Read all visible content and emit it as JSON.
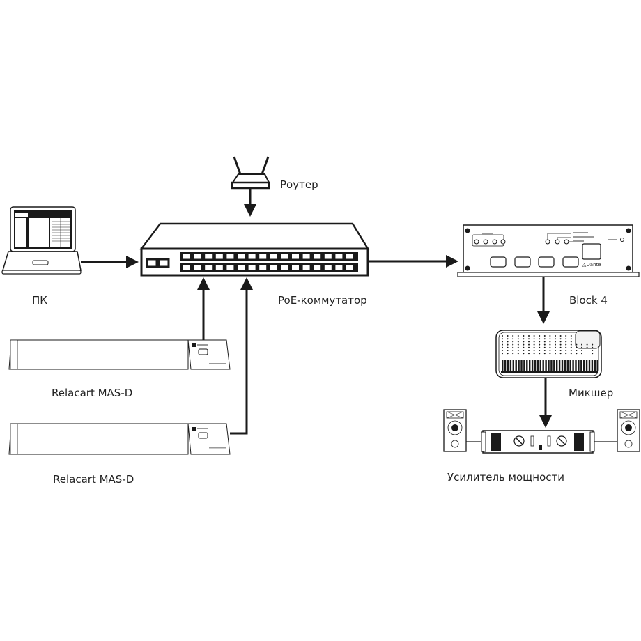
{
  "colors": {
    "stroke": "#1a1a1a",
    "background": "#ffffff",
    "label": "#222222",
    "muted": "#9a9a9a"
  },
  "nodes": {
    "router": {
      "label": "Роутер",
      "icon": "router-icon"
    },
    "pc": {
      "label": "ПК",
      "icon": "laptop-icon"
    },
    "switch": {
      "label": "PoE-коммутатор",
      "icon": "network-switch-icon",
      "ports_per_row": 16,
      "port_rows": 2,
      "uplink_ports": 2
    },
    "block4": {
      "label": "Block 4",
      "icon": "dante-interface-icon"
    },
    "mixer": {
      "label": "Микшер",
      "icon": "mixer-icon"
    },
    "amplifier": {
      "label": "Усилитель мощности",
      "icon": "amplifier-icon"
    },
    "mic1": {
      "label": "Relacart MAS-D",
      "icon": "microphone-array-icon"
    },
    "mic2": {
      "label": "Relacart MAS-D",
      "icon": "microphone-array-icon"
    }
  },
  "connections": [
    {
      "from": "router",
      "to": "switch"
    },
    {
      "from": "pc",
      "to": "switch"
    },
    {
      "from": "mic1",
      "to": "switch"
    },
    {
      "from": "mic2",
      "to": "switch"
    },
    {
      "from": "switch",
      "to": "block4"
    },
    {
      "from": "block4",
      "to": "mixer"
    },
    {
      "from": "mixer",
      "to": "amplifier"
    },
    {
      "from": "amplifier",
      "to": "speaker-left"
    },
    {
      "from": "amplifier",
      "to": "speaker-right"
    }
  ]
}
